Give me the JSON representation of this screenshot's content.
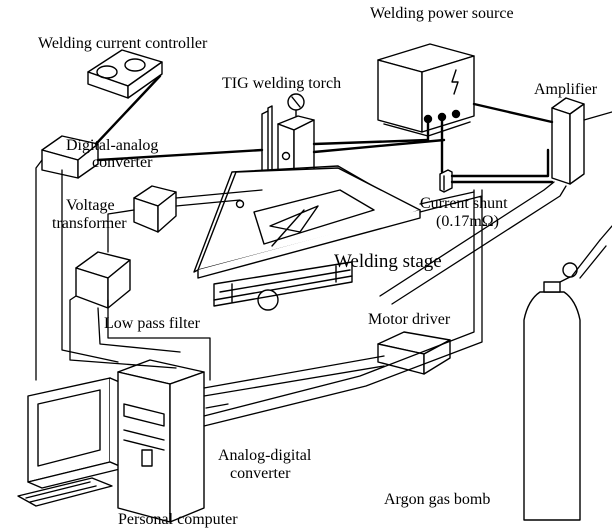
{
  "labels": {
    "welding_current_controller": "Welding current controller",
    "welding_power_source": "Welding power source",
    "tig_welding_torch": "TIG welding torch",
    "amplifier": "Amplifier",
    "digital_analog_converter_line1": "Digital-analog",
    "digital_analog_converter_line2": "converter",
    "voltage_transformer_line1": "Voltage",
    "voltage_transformer_line2": "transformer",
    "current_shunt_line1": "Current shunt",
    "current_shunt_line2": "(0.17mΩ)",
    "welding_stage": "Welding stage",
    "low_pass_filter": "Low pass filter",
    "motor_driver": "Motor driver",
    "analog_digital_converter_line1": "Analog-digital",
    "analog_digital_converter_line2": "converter",
    "argon_gas_bomb": "Argon gas bomb",
    "personal_computer": "Personal computer"
  }
}
